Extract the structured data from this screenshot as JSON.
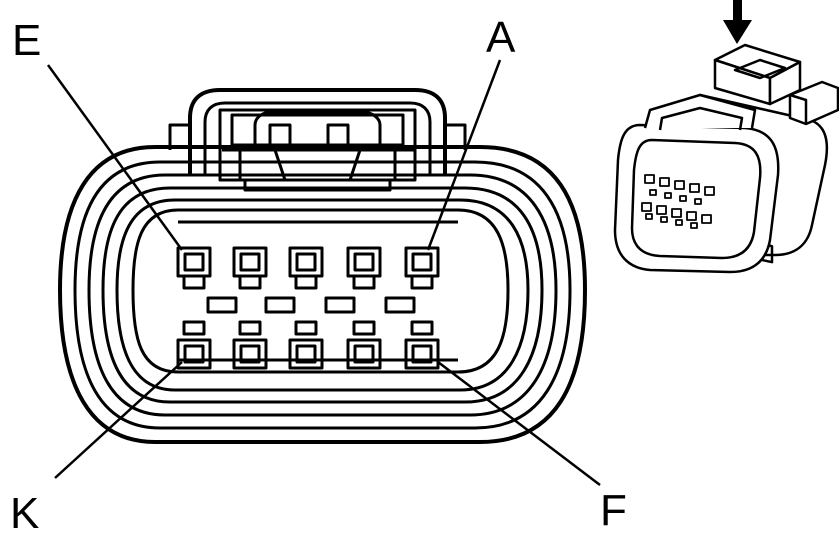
{
  "labels": {
    "top_left": "E",
    "top_right": "A",
    "bottom_left": "K",
    "bottom_right": "F"
  },
  "colors": {
    "line": "#000000",
    "fill": "#ffffff"
  },
  "icons": {
    "insertion_direction": "arrow-down-icon"
  }
}
